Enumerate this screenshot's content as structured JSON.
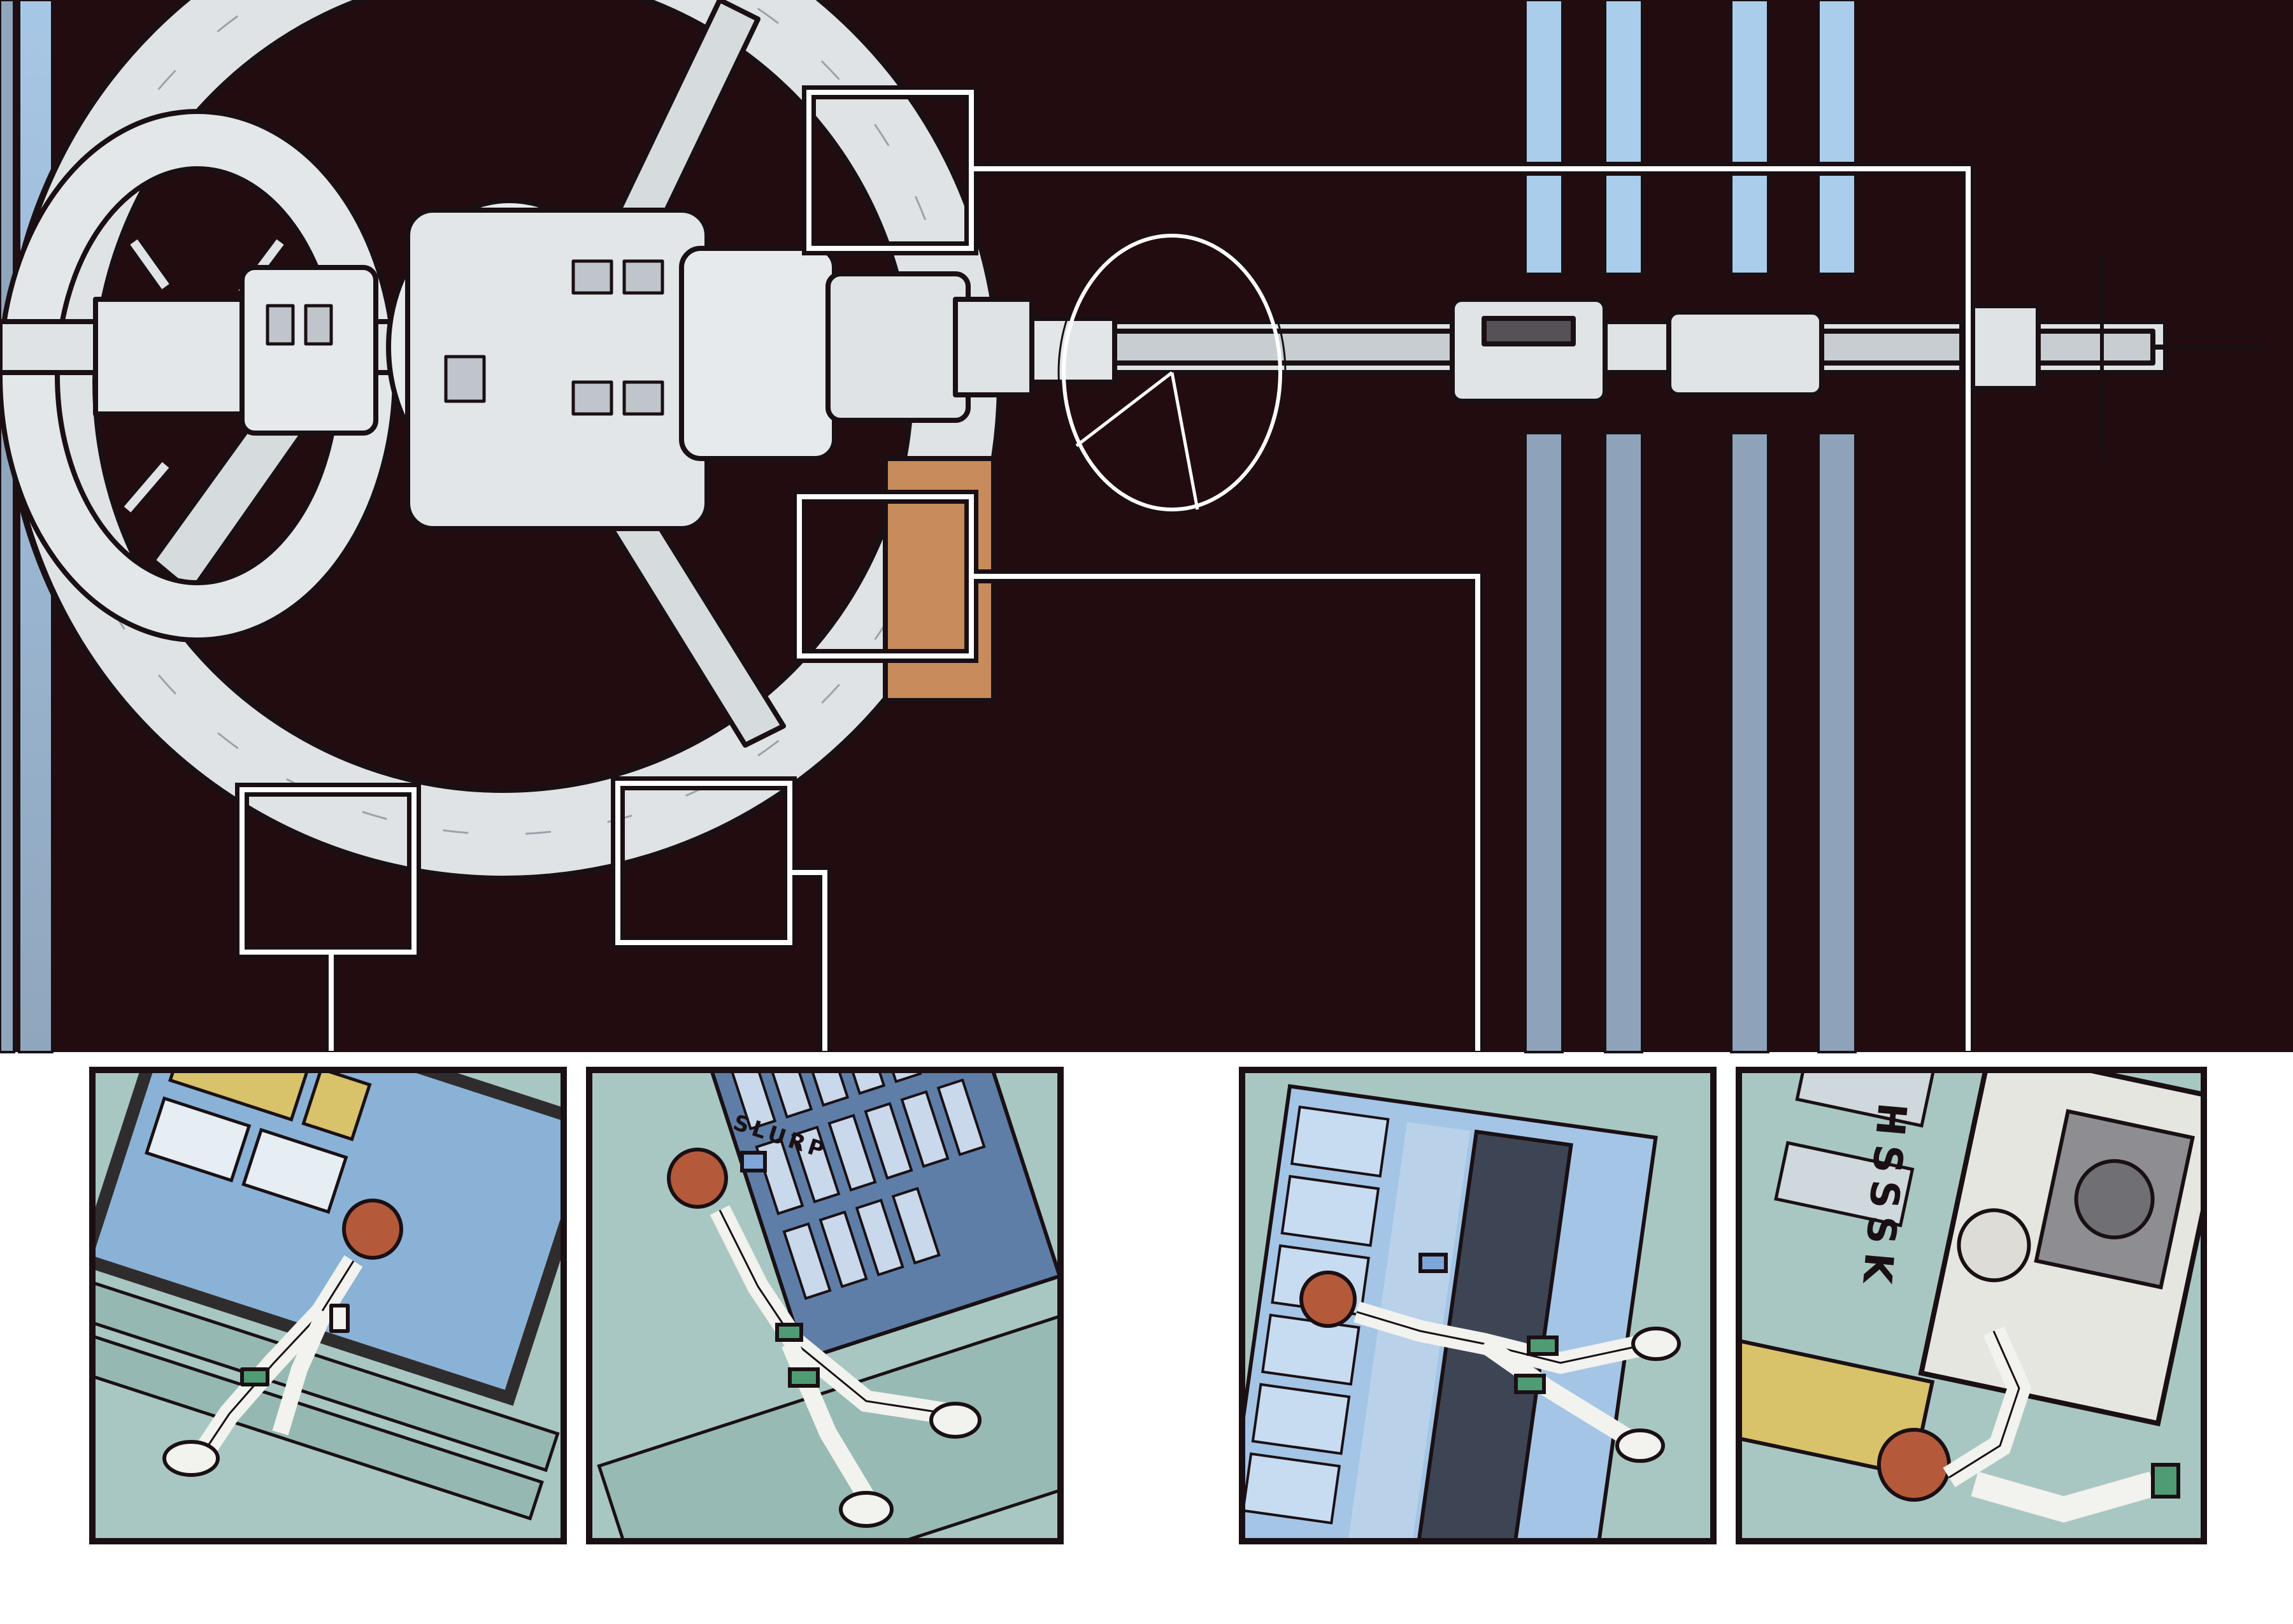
{
  "comic_page": {
    "sound_effects": {
      "panel_2": "SLURP",
      "panel_4": "HSSSK"
    },
    "colors": {
      "space": "#230c10",
      "station_hull": "#dfe3e6",
      "ink": "#1a1014",
      "callout_line": "#ffffff",
      "panel_interior": "#a9c7c2",
      "hair": "#b45a3a",
      "window_blue": "#9cc3e6",
      "suit": "#f2f2ee",
      "suit_accent": "#4f9b73"
    },
    "icons": [
      "space-station",
      "zoom-callout-box",
      "character-astronaut"
    ]
  }
}
